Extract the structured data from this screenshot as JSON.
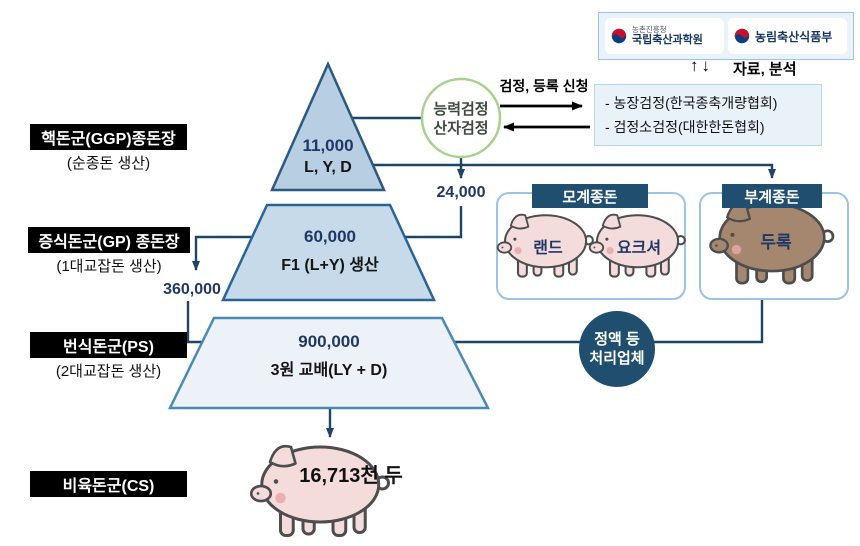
{
  "labels": {
    "tier1": {
      "title": "핵돈군(GGP)종돈장",
      "subtitle": "(순종돈 생산)"
    },
    "tier2": {
      "title": "증식돈군(GP) 종돈장",
      "subtitle": "(1대교잡돈 생산)"
    },
    "tier3": {
      "title": "번식돈군(PS)",
      "subtitle": "(2대교잡돈 생산)"
    },
    "tier4": {
      "title": "비육돈군(CS)"
    }
  },
  "pyramid": {
    "tier1": {
      "count": "11,000",
      "desc": "L, Y, D"
    },
    "tier2": {
      "count": "60,000",
      "desc": "F1 (L+Y) 생산"
    },
    "tier3": {
      "count": "900,000",
      "desc": "3원 교배(LY + D)"
    }
  },
  "flows": {
    "gp_supply": "24,000",
    "ps_supply": "360,000"
  },
  "testing": {
    "circle_line1": "능력검정",
    "circle_line2": "산자검정",
    "request_label": "검정, 등록 신청",
    "org_line1": "- 농장검정(한국종축개량협회)",
    "org_line2": "- 검정소검정(대한한돈협회)"
  },
  "agencies": {
    "badge1_small": "농촌진흥청",
    "badge1_name": "국립축산과학원",
    "badge2_name": "농림축산식품부",
    "data_analysis": "자료, 분석"
  },
  "glyphs": {
    "up_arrow": "↑",
    "down_arrow": "↓"
  },
  "breeds": {
    "maternal_title": "모계종돈",
    "maternal_pigs": [
      "랜드",
      "요크셔"
    ],
    "paternal_title": "부계종돈",
    "paternal_pig": "두록"
  },
  "semen": {
    "line1": "정액 등",
    "line2": "처리업체"
  },
  "fattening": {
    "count": "16,713천 두"
  },
  "colors": {
    "line_navy": "#1f4565",
    "tier1_fill": "#b8cee3",
    "tier2_fill": "#c6daea",
    "tier3_fill": "#edf2f9",
    "header_navy": "#1f4e6e",
    "test_circle_green": "#a9d18e",
    "pig_pink": "#f5dcdc",
    "pig_brown": "#a5876f",
    "gov_red": "#c8102e",
    "gov_blue": "#0b3e7d"
  }
}
